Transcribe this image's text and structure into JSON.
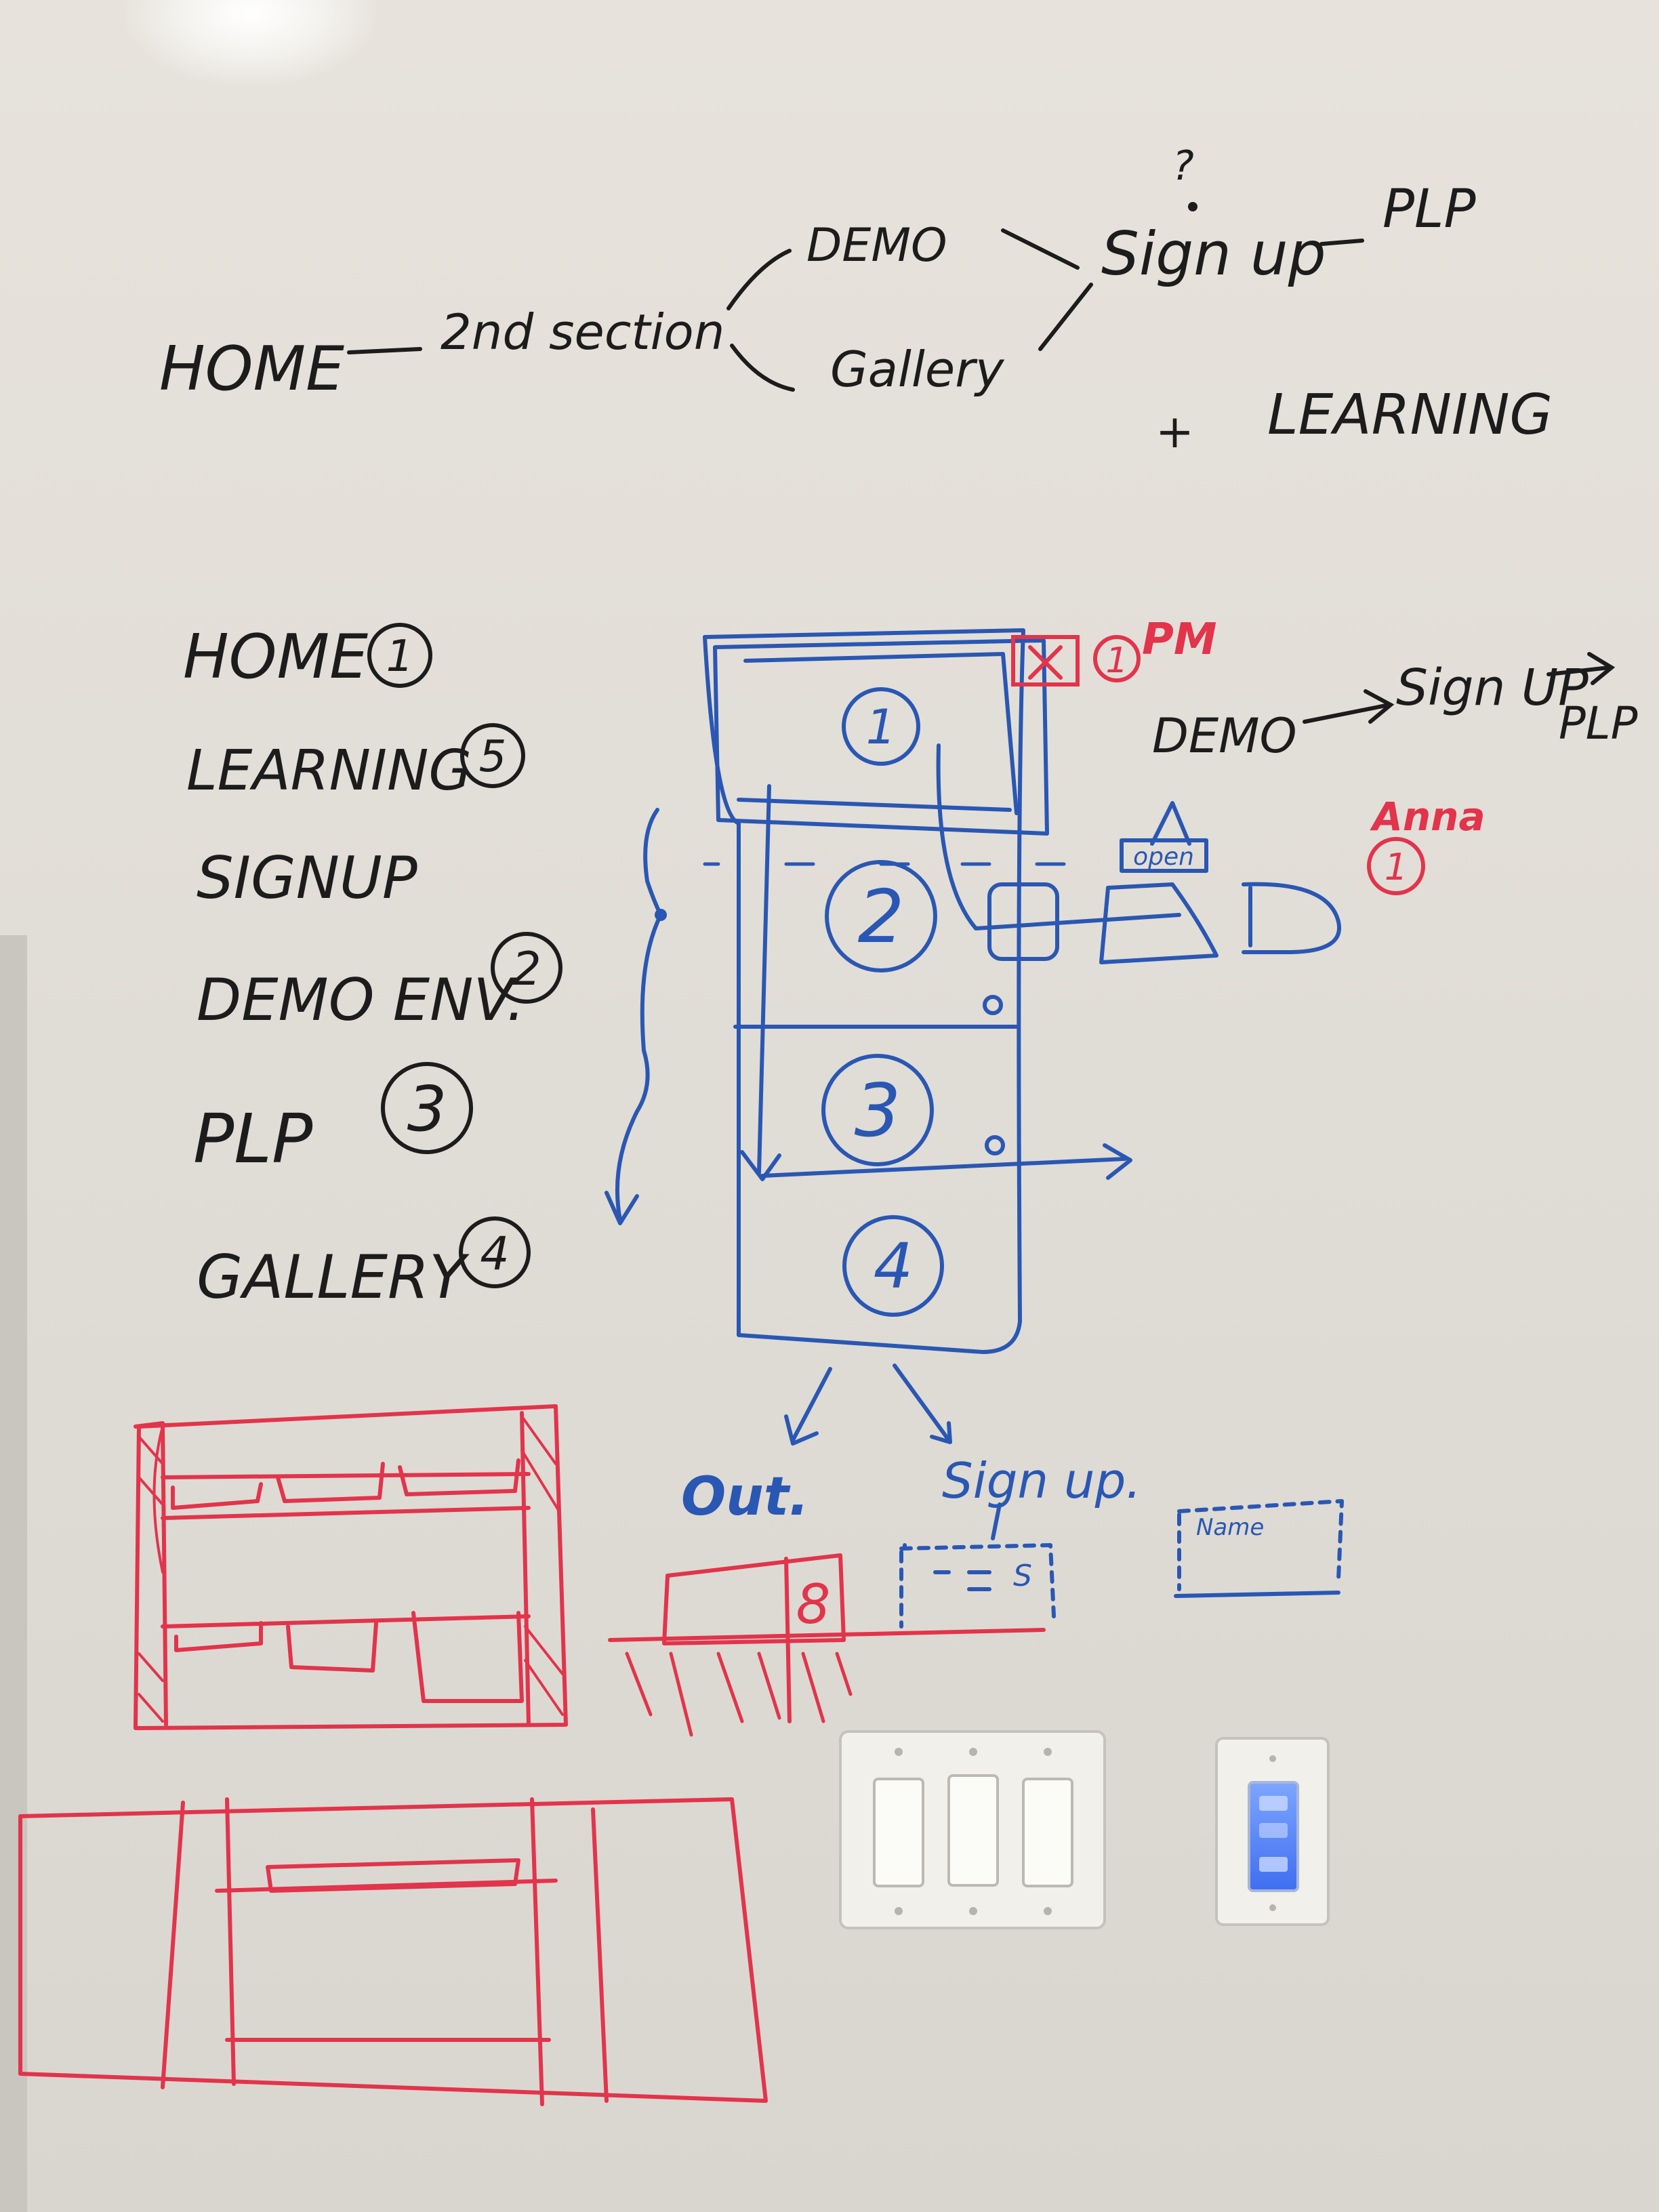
{
  "top_flow": {
    "question": "?",
    "home": "HOME",
    "second_section": "2nd section",
    "demo": "DEMO",
    "gallery": "Gallery",
    "sign_up": "Sign up",
    "plp": "PLP",
    "plus": "+",
    "learning": "LEARNING"
  },
  "page_list": [
    {
      "label": "HOME",
      "number": "1"
    },
    {
      "label": "LEARNING",
      "number": "5"
    },
    {
      "label": "SIGNUP",
      "number": ""
    },
    {
      "label": "DEMO ENV.",
      "number": "2"
    },
    {
      "label": "PLP",
      "number": "3"
    },
    {
      "label": "GALLERY",
      "number": "4"
    }
  ],
  "wireframe": {
    "sections": [
      "1",
      "2",
      "3",
      "4"
    ],
    "open_label": "open",
    "out_label": "Out.",
    "signup_label": "Sign up.",
    "name_label": "Name",
    "box_number": "8",
    "form_s": "S"
  },
  "notes": {
    "pm_label": "PM",
    "pm_number": "1",
    "demo_flow_demo": "DEMO",
    "demo_flow_signup": "Sign UP",
    "demo_flow_plp": "PLP",
    "anna": "Anna",
    "anna_number": "1"
  },
  "colors": {
    "board": "#e9e6e0",
    "black_ink": "#1c1c1c",
    "blue_ink": "#2a57b3",
    "red_ink": "#e2344b",
    "switch_plate": "#f0efea",
    "led_blue": "#5b8cff"
  }
}
